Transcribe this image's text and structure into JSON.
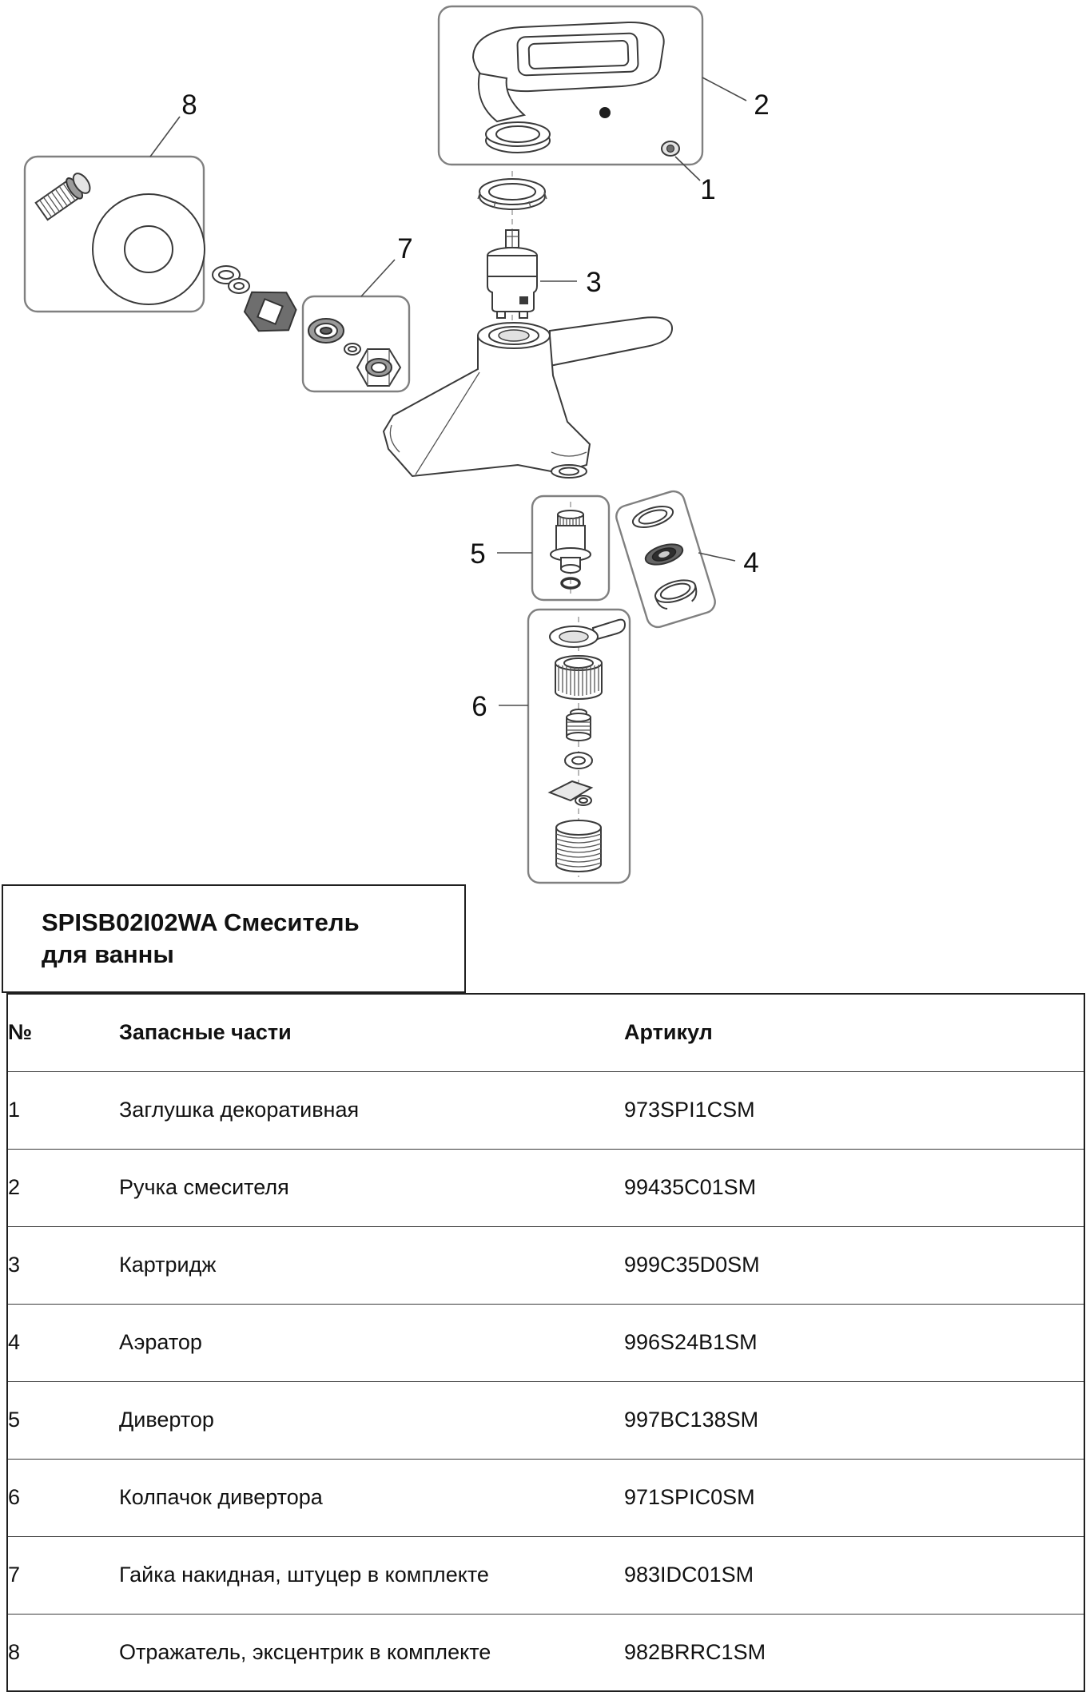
{
  "title": {
    "line1": "SPISB02I02WA Смеситель",
    "line2": "для ванны"
  },
  "callouts": {
    "n1": "1",
    "n2": "2",
    "n3": "3",
    "n4": "4",
    "n5": "5",
    "n6": "6",
    "n7": "7",
    "n8": "8"
  },
  "table": {
    "headers": {
      "num": "№",
      "name": "Запасные части",
      "sku": "Артикул"
    },
    "rows": [
      {
        "num": "1",
        "name": "Заглушка декоративная",
        "sku": "973SPI1CSM"
      },
      {
        "num": "2",
        "name": "Ручка смесителя",
        "sku": "99435C01SM"
      },
      {
        "num": "3",
        "name": "Картридж",
        "sku": "999C35D0SM"
      },
      {
        "num": "4",
        "name": "Аэратор",
        "sku": "996S24B1SM"
      },
      {
        "num": "5",
        "name": "Дивертор",
        "sku": "997BC138SM"
      },
      {
        "num": "6",
        "name": "Колпачок дивертора",
        "sku": "971SPIC0SM"
      },
      {
        "num": "7",
        "name": "Гайка накидная, штуцер в комплекте",
        "sku": "983IDC01SM"
      },
      {
        "num": "8",
        "name": "Отражатель, эксцентрик в комплекте",
        "sku": "982BRRC1SM"
      }
    ]
  },
  "colors": {
    "ink": "#1a1a1a",
    "part_line": "#3a3a3a",
    "callout_box": "#808080",
    "background": "#ffffff"
  }
}
